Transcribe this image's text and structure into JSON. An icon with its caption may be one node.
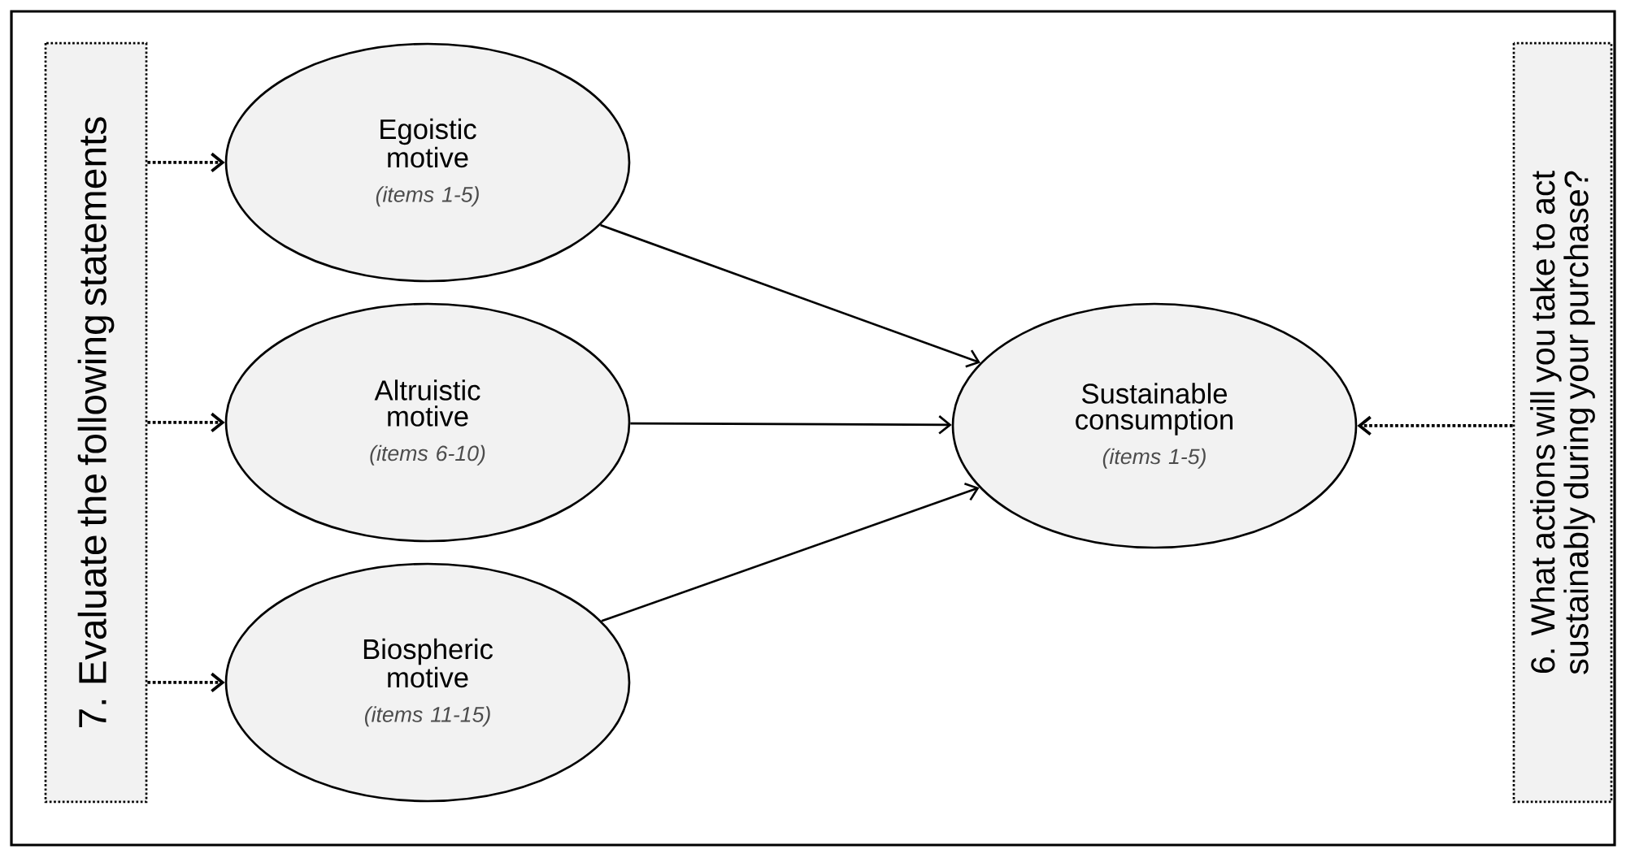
{
  "diagram": {
    "nodes": [
      {
        "text": [
          "7. Evaluate the following statements"
        ]
      },
      {
        "text": [
          "Egoistic motive",
          "(items 1-5)"
        ]
      },
      {
        "text": [
          "Altruistic motive",
          "(items 6-10)"
        ]
      },
      {
        "text": [
          "Biospheric motive",
          "(items 11-15)"
        ]
      },
      {
        "text": [
          "Sustainable consumption",
          "(items 1-5)"
        ]
      },
      {
        "text": [
          "6. What actions will you take to act sustainably during your purchase?"
        ]
      }
    ],
    "edges": [
      {
        "from": 0,
        "to": 1,
        "arrow": "to",
        "style": "dashed"
      },
      {
        "from": 0,
        "to": 2,
        "arrow": "to",
        "style": "dashed"
      },
      {
        "from": 0,
        "to": 3,
        "arrow": "to",
        "style": "dashed"
      },
      {
        "from": 1,
        "to": 4,
        "arrow": "to"
      },
      {
        "from": 2,
        "to": 4,
        "arrow": "to"
      },
      {
        "from": 3,
        "to": 4,
        "arrow": "to"
      },
      {
        "from": 5,
        "to": 4,
        "arrow": "to",
        "style": "dashed"
      }
    ]
  }
}
